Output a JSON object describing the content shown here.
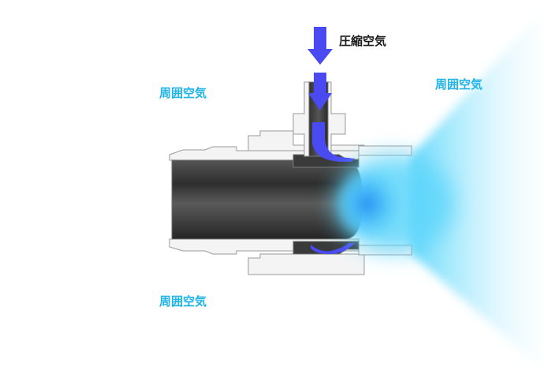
{
  "labels": {
    "compressed_air": "圧縮空気",
    "ambient_air_top_left": "周囲空気",
    "ambient_air_top_right": "周囲空気",
    "ambient_air_bottom_left": "周囲空気"
  },
  "colors": {
    "ambient_label": "#1fb4e8",
    "compressed_label": "#1a1a1a",
    "flow_arrow": "#4a4af2",
    "jet": "#5fd6fb",
    "nozzle_body": "#f2f2f2",
    "nozzle_outline": "#9a9a9a",
    "bore": "#3a3a3a"
  },
  "icons": {
    "flow_arrow": "arrow-down-icon",
    "air_jet": "spray-cone-icon"
  }
}
